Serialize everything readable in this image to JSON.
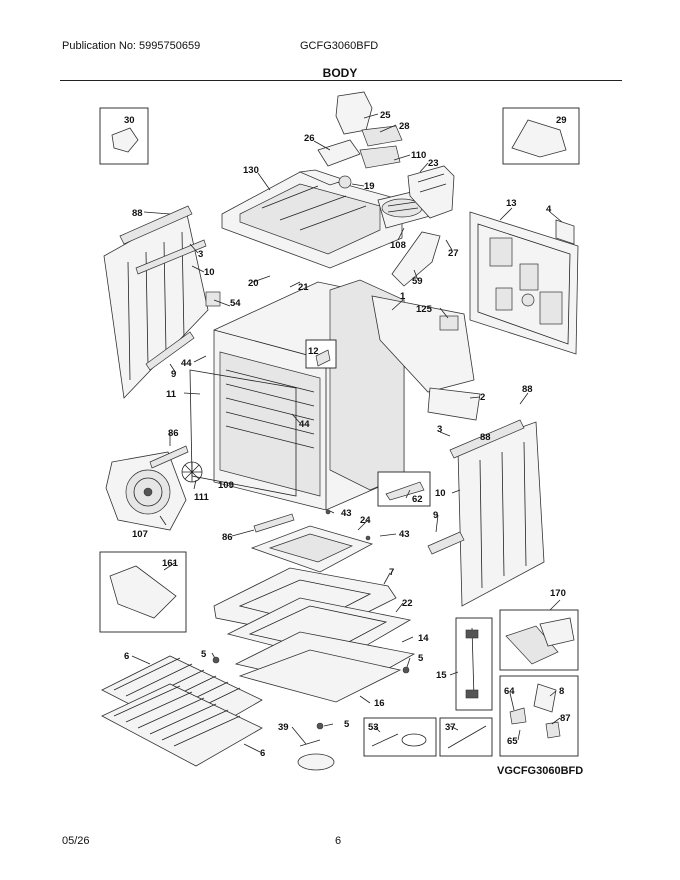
{
  "header": {
    "publication": "Publication No: 5995750659",
    "model": "GCFG3060BFD",
    "section": "BODY"
  },
  "footer": {
    "date": "05/26",
    "page": "6"
  },
  "diagram_code": "VGCFG3060BFD",
  "callouts": [
    "25",
    "28",
    "26",
    "110",
    "19",
    "130",
    "23",
    "108",
    "27",
    "59",
    "13",
    "4",
    "88",
    "3",
    "10",
    "20",
    "21",
    "54",
    "1",
    "125",
    "44",
    "12",
    "9",
    "11",
    "2",
    "88",
    "3",
    "88",
    "44",
    "86",
    "109",
    "111",
    "107",
    "10",
    "62",
    "43",
    "43",
    "24",
    "9",
    "86",
    "7",
    "161",
    "22",
    "170",
    "14",
    "5",
    "6",
    "5",
    "15",
    "16",
    "8",
    "64",
    "87",
    "65",
    "5",
    "39",
    "53",
    "37",
    "6",
    "30",
    "29"
  ]
}
